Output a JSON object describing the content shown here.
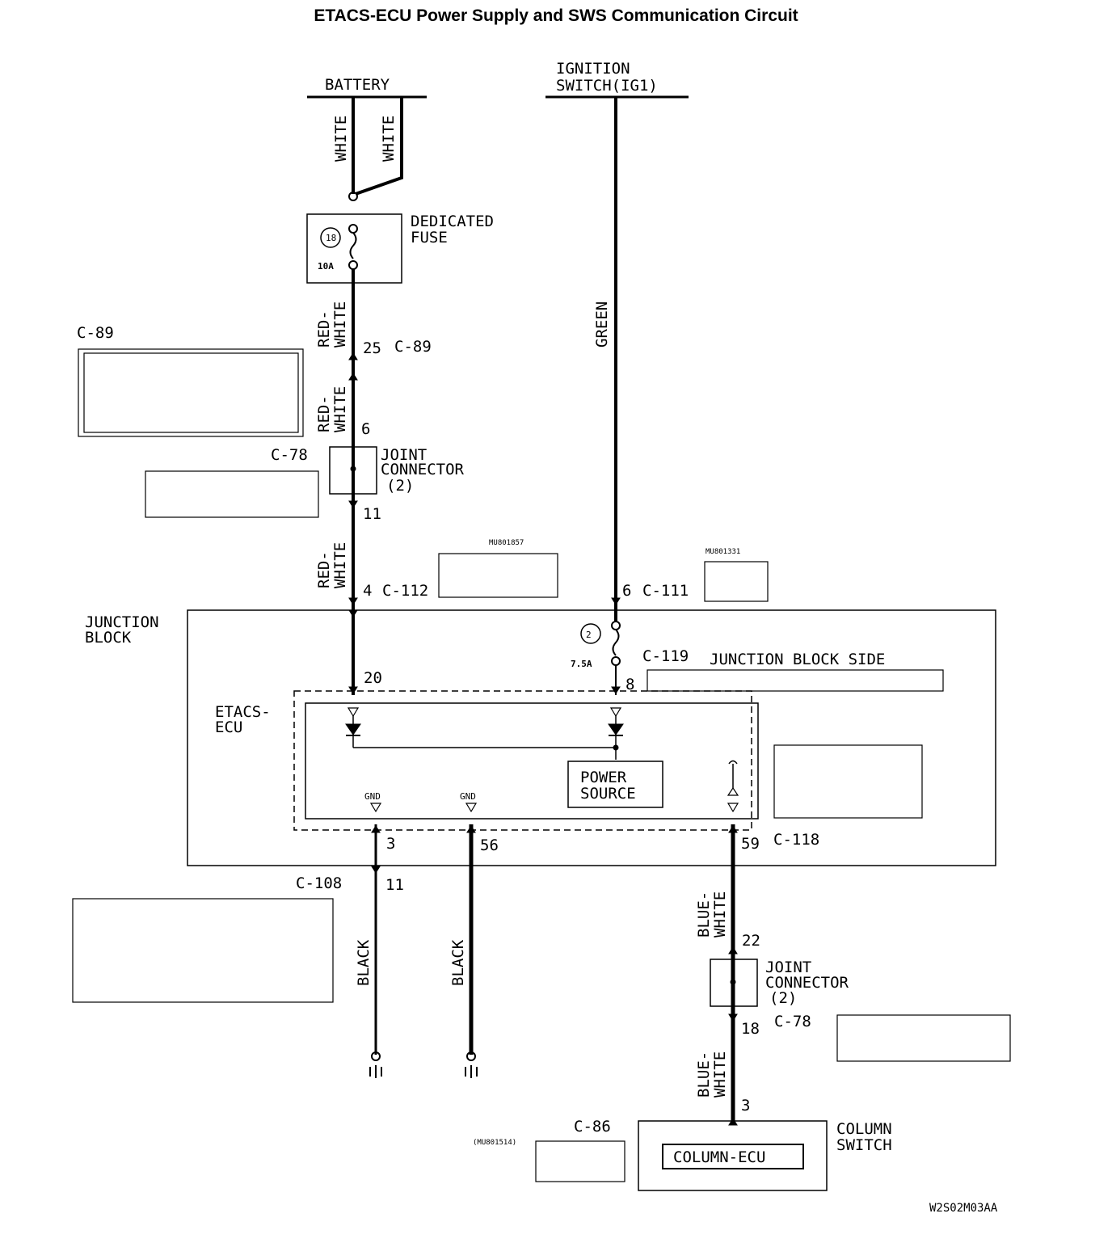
{
  "title": "ETACS-ECU Power Supply and SWS Communication Circuit",
  "code": "W2S02M03AA",
  "sources": {
    "battery": "BATTERY",
    "ignition_line1": "IGNITION",
    "ignition_line2": "SWITCH(IG1)"
  },
  "wires": {
    "white": "WHITE",
    "red": "RED-",
    "white2": "WHITE",
    "green": "GREEN",
    "black": "BLACK",
    "blue": "BLUE-"
  },
  "fuse_dedicated": {
    "line1": "DEDICATED",
    "line2": "FUSE",
    "number": "18",
    "rating": "10A"
  },
  "fuse_jb": {
    "number": "2",
    "rating": "7.5A"
  },
  "joint_connector": {
    "line1": "JOINT",
    "line2": "CONNECTOR",
    "line3": "(2)"
  },
  "junction_block": {
    "line1": "JUNCTION",
    "line2": "BLOCK",
    "side_label": "JUNCTION BLOCK SIDE"
  },
  "etacs": {
    "line1": "ETACS-",
    "line2": "ECU",
    "power1": "POWER",
    "power2": "SOURCE",
    "gnd": "GND"
  },
  "column_switch": {
    "line1": "COLUMN",
    "line2": "SWITCH",
    "ecu": "COLUMN-ECU"
  },
  "connectors": {
    "c89": "C-89",
    "c78": "C-78",
    "c112": "C-112",
    "c111": "C-111",
    "c119": "C-119",
    "c118": "C-118",
    "c108": "C-108",
    "c86": "C-86",
    "mu1857": "MU801857",
    "mu1331": "MU801331",
    "mu1514": "(MU801514)"
  },
  "pins": {
    "p25": "25",
    "p6": "6",
    "p11": "11",
    "p4": "4",
    "p6b": "6",
    "p20": "20",
    "p8": "8",
    "p3": "3",
    "p56": "56",
    "p59": "59",
    "p11b": "11",
    "p22": "22",
    "p18": "18",
    "p3b": "3"
  }
}
